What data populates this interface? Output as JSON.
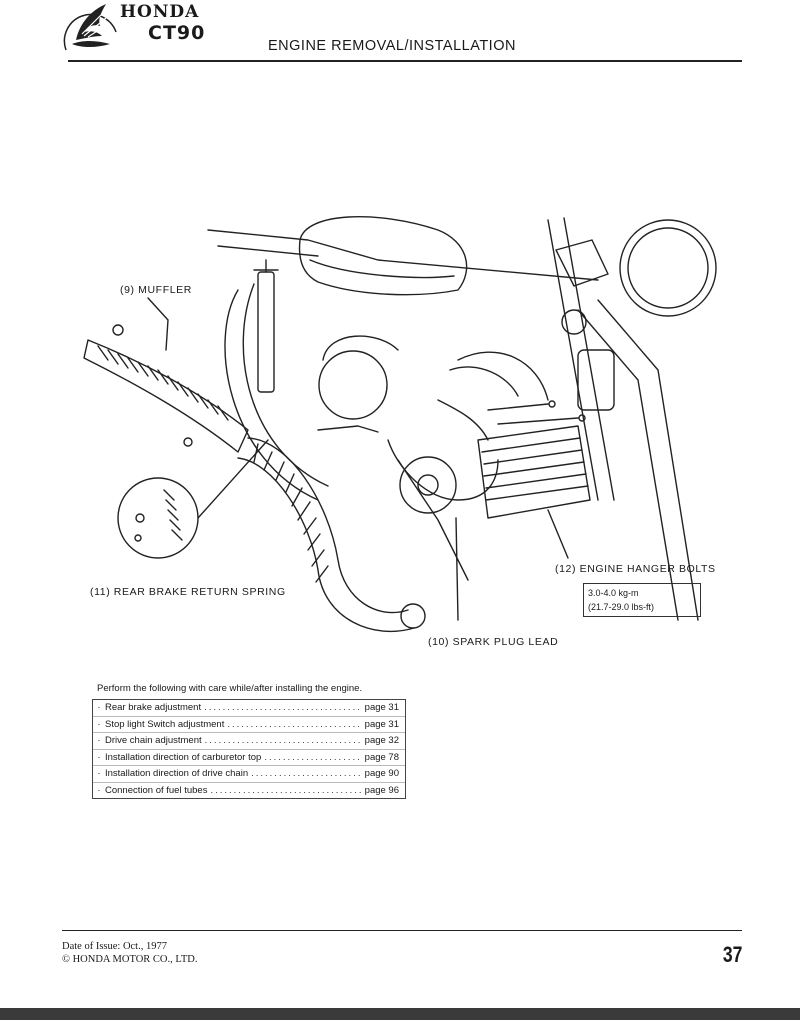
{
  "header": {
    "brand": "HONDA",
    "model": "CT90",
    "title": "ENGINE REMOVAL/INSTALLATION"
  },
  "labels": {
    "muffler": "(9) MUFFLER",
    "rear_brake_spring": "(11) REAR BRAKE RETURN SPRING",
    "spark_plug_lead": "(10) SPARK PLUG LEAD",
    "engine_hanger_bolts": "(12) ENGINE HANGER BOLTS",
    "torque_metric": "3.0-4.0 kg-m",
    "torque_imperial": "(21.7-29.0 lbs-ft)"
  },
  "instructions": {
    "intro": "Perform the following with care while/after installing the engine.",
    "bullet": "·",
    "leader": "................................................",
    "items": [
      {
        "text": "Rear brake adjustment",
        "page": "page 31"
      },
      {
        "text": "Stop light Switch adjustment",
        "page": "page 31"
      },
      {
        "text": "Drive chain adjustment",
        "page": "page 32"
      },
      {
        "text": "Installation direction of carburetor top",
        "page": "page 78"
      },
      {
        "text": "Installation direction of drive chain",
        "page": "page 90"
      },
      {
        "text": "Connection of fuel tubes",
        "page": "page 96"
      }
    ]
  },
  "footer": {
    "issue_date": "Date of Issue: Oct., 1977",
    "copyright": "© HONDA MOTOR CO., LTD.",
    "page_number": "37"
  }
}
